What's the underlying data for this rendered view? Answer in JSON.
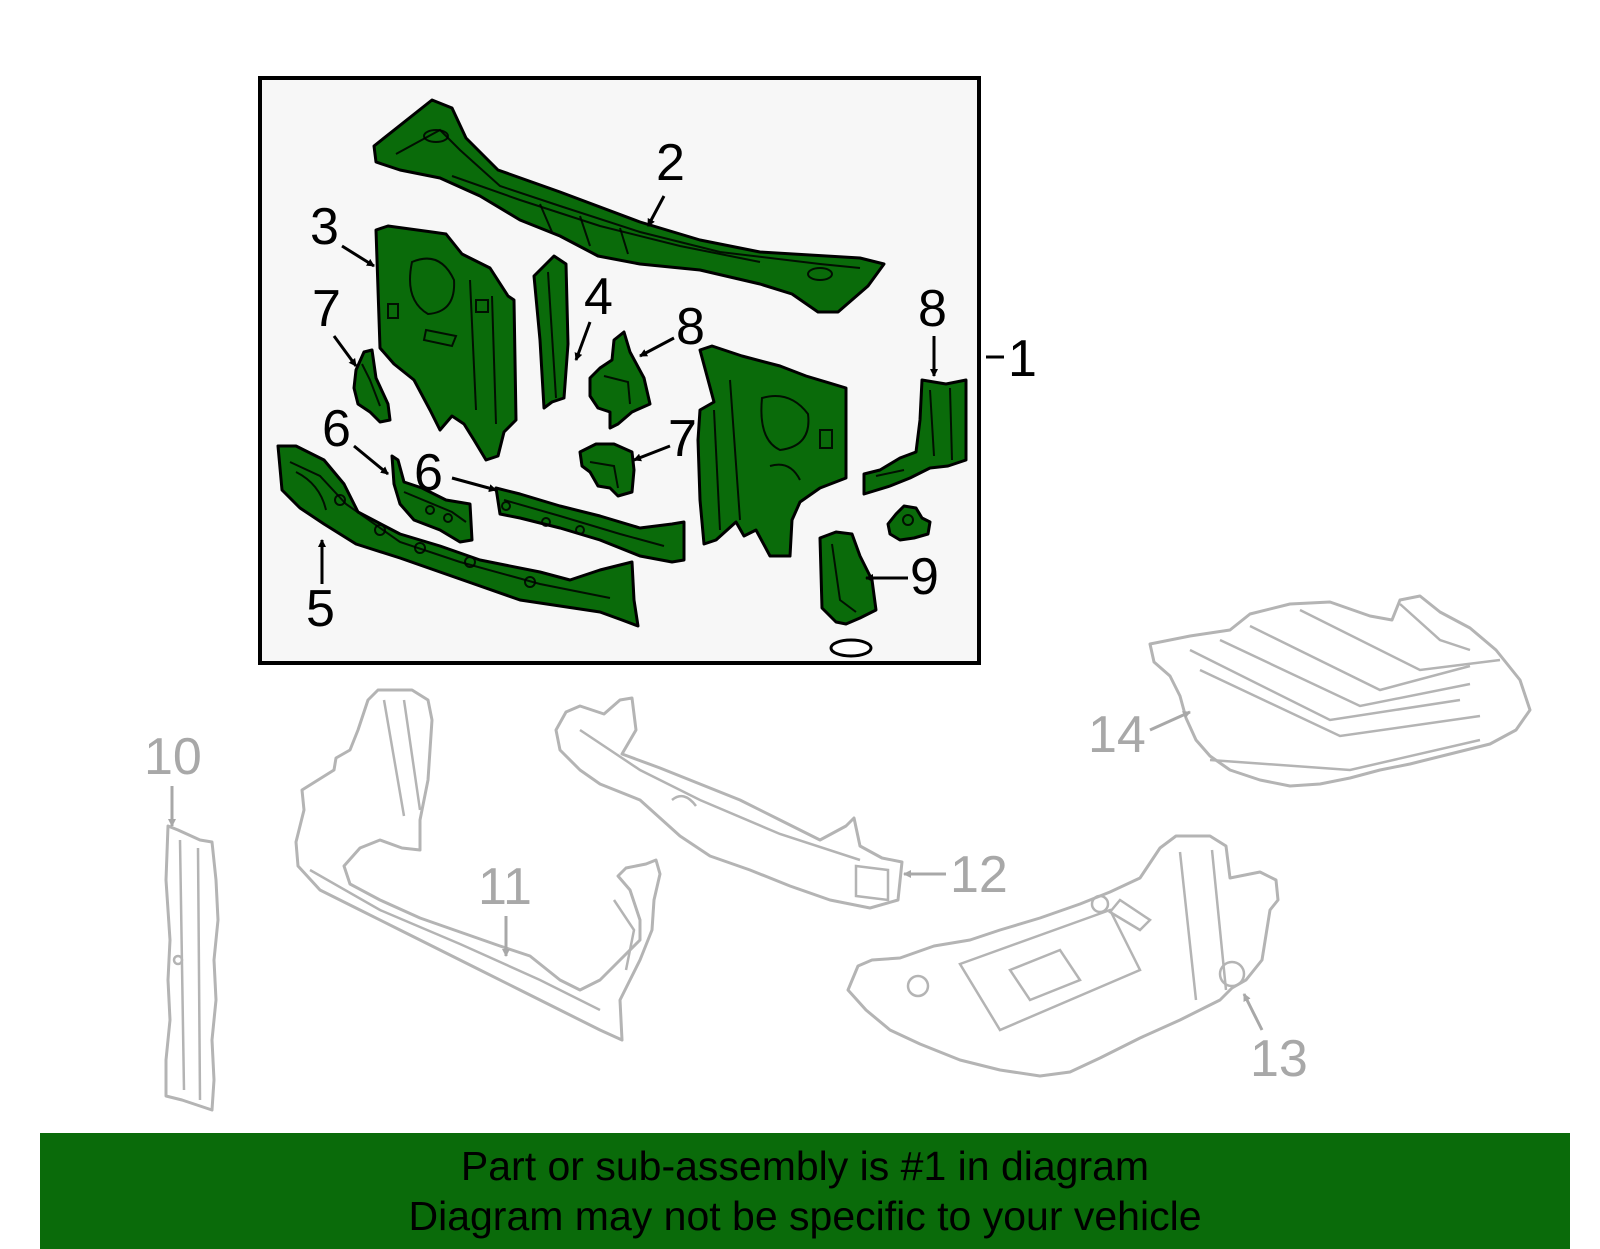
{
  "colors": {
    "part_highlight": "#0a6b0a",
    "part_other": "#b4b4b4",
    "banner_background": "#0a6b0a",
    "box_background": "#f7f7f7"
  },
  "callouts": {
    "c1": "1",
    "c2": "2",
    "c3": "3",
    "c4": "4",
    "c5": "5",
    "c6a": "6",
    "c6b": "6",
    "c7a": "7",
    "c7b": "7",
    "c8a": "8",
    "c8b": "8",
    "c9": "9",
    "c10": "10",
    "c11": "11",
    "c12": "12",
    "c13": "13",
    "c14": "14"
  },
  "banner": {
    "line1": "Part or sub-assembly is #1 in diagram",
    "line2": "Diagram may not be specific to your vehicle"
  }
}
